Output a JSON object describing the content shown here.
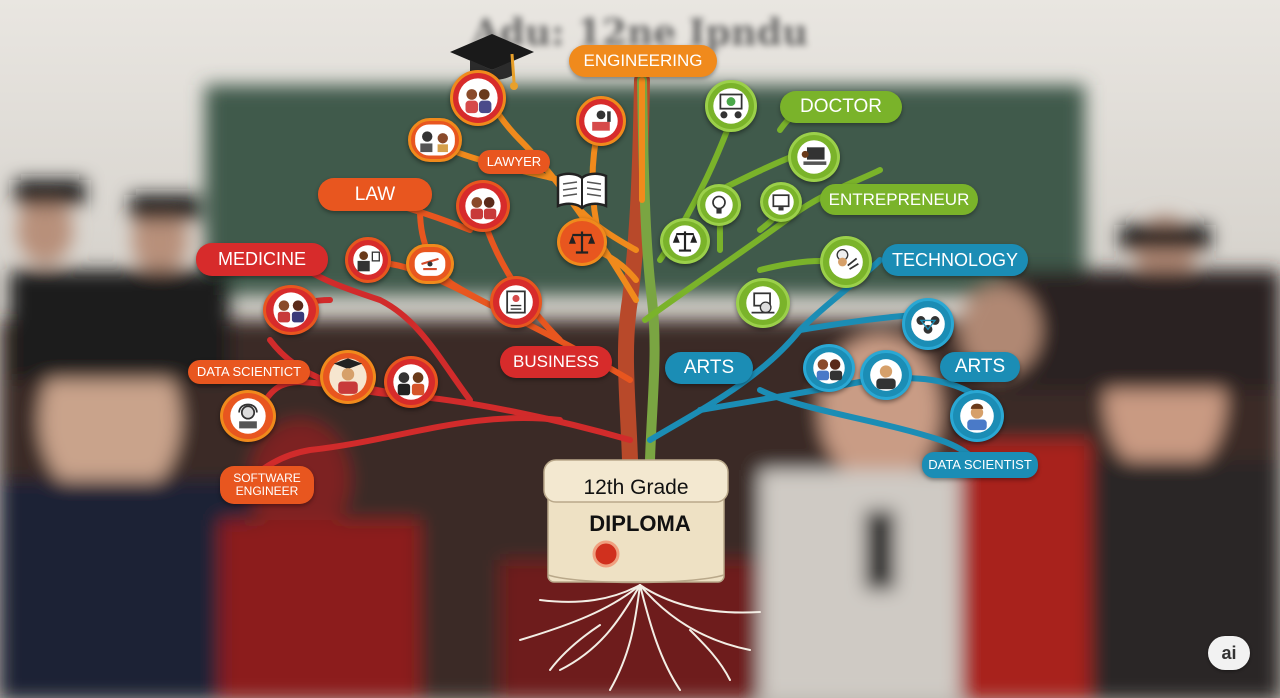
{
  "background_title": "Adu: 12ne Ipndu",
  "diploma": {
    "line1": "12th Grade",
    "line2": "DIPLOMA"
  },
  "labels": {
    "engineering": "ENGINEERING",
    "doctor": "DOCTOR",
    "lawyer": "LAWYER",
    "law": "LAW",
    "entrepreneur": "ENTREPRENEUR",
    "medicine": "MEDICINE",
    "technology": "TECHNOLOGY",
    "business": "BUSINESS",
    "arts_center": "ARTS",
    "arts_right": "ARTS",
    "data_scientist_left": "DATA SCIENTICT",
    "data_scientist_right": "DATA SCIENTIST",
    "software_engineer_line1": "SOFTWARE",
    "software_engineer_line2": "ENGINEER"
  },
  "watermark": "ai",
  "colors": {
    "red": "#d72b2b",
    "orange_red": "#e8561f",
    "orange": "#f08a1c",
    "green": "#7ab32a",
    "teal": "#1b8db5",
    "parchment": "#efe2c5"
  }
}
